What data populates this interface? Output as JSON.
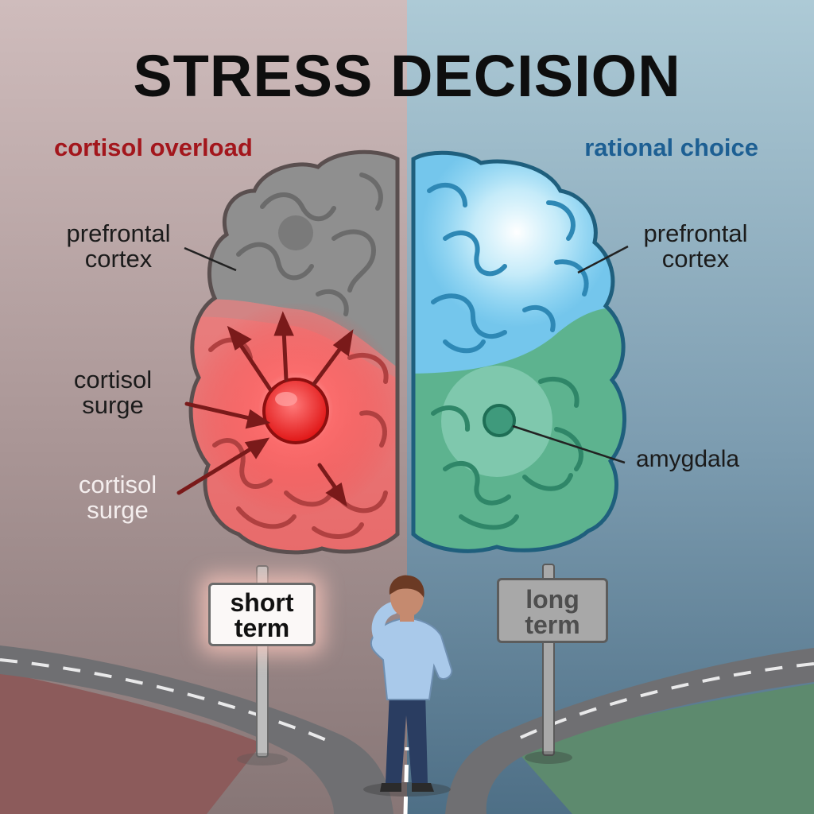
{
  "title": "STRESS DECISION",
  "left": {
    "heading": "cortisol overload",
    "prefrontal_label": [
      "prefrontal",
      "cortex"
    ],
    "surge_label_1": [
      "cortisol",
      "surge"
    ],
    "surge_label_2": [
      "cortisol",
      "surge"
    ],
    "sign": [
      "short",
      "term"
    ]
  },
  "right": {
    "heading": "rational choice",
    "prefrontal_label": [
      "prefrontal",
      "cortex"
    ],
    "amygdala_label": "amygdala",
    "sign": [
      "long",
      "term"
    ]
  },
  "colors": {
    "left_heading": "#a3161c",
    "right_heading": "#1d5f93",
    "left_bg": "#cbb6b6",
    "right_bg": "#a9c8d3",
    "stress_red": "#f03a3a",
    "calm_blue": "#6cc4ea",
    "calm_green": "#5fb38f",
    "gray_brain": "#8d8d8d"
  }
}
